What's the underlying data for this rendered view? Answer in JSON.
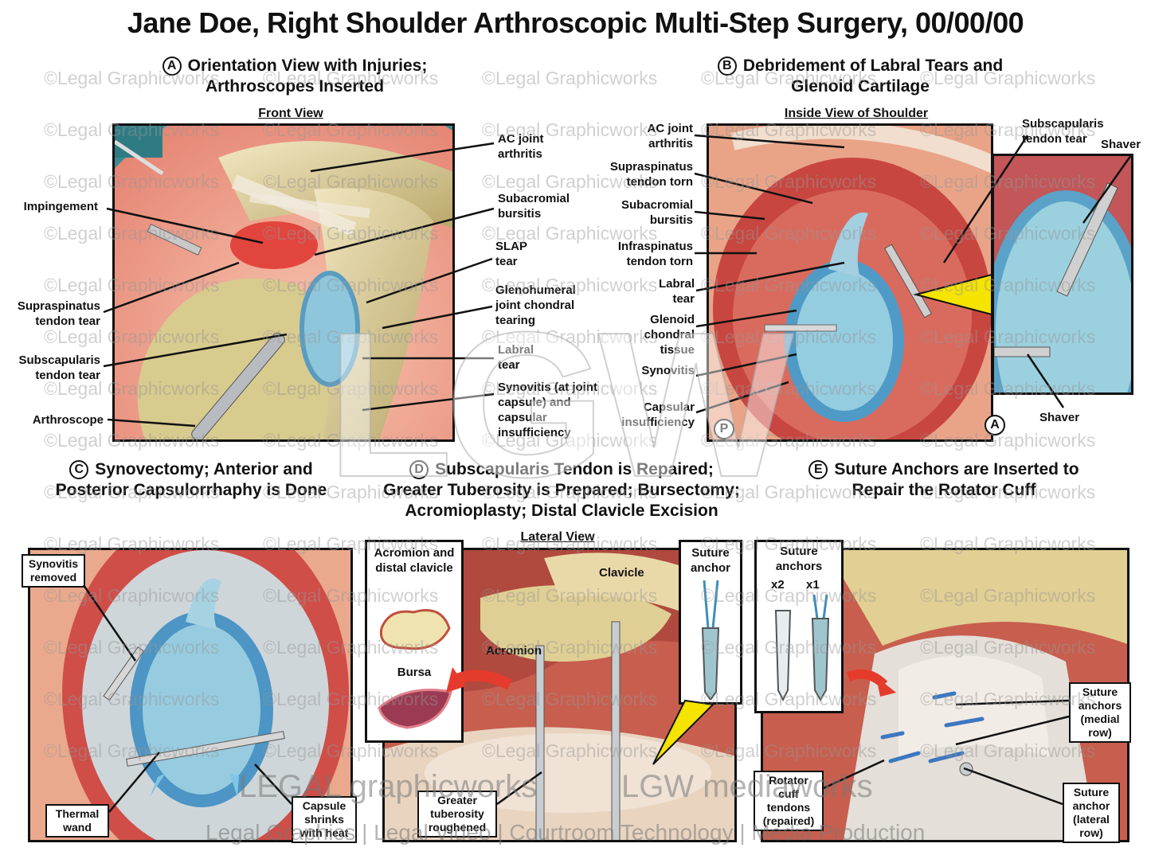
{
  "title": "Jane Doe, Right Shoulder Arthroscopic Multi-Step Surgery, 00/00/00",
  "sections": {
    "a": {
      "letter": "A",
      "line1": "Orientation View with Injuries;",
      "line2": "Arthroscopes Inserted",
      "view": "Front View"
    },
    "b": {
      "letter": "B",
      "line1": "Debridement of Labral Tears and",
      "line2": "Glenoid Cartilage",
      "view": "Inside View of Shoulder"
    },
    "c": {
      "letter": "C",
      "line1": "Synovectomy; Anterior and",
      "line2": "Posterior Capsulorrhaphy is Done"
    },
    "d": {
      "letter": "D",
      "line1": "Subscapularis Tendon is Repaired;",
      "line2": "Greater Tuberosity is Prepared; Bursectomy;",
      "line3": "Acromioplasty; Distal Clavicle Excision",
      "view": "Lateral View"
    },
    "e": {
      "letter": "E",
      "line1": "Suture Anchors are Inserted to",
      "line2": "Repair the Rotator Cuff"
    }
  },
  "labels_a": {
    "ac_joint": "AC joint arthritis",
    "impingement": "Impingement",
    "subacromial": "Subacromial bursitis",
    "slap": "SLAP tear",
    "supraspinatus": "Supraspinatus tendon tear",
    "glenohumeral": "Glenohumeral joint chondral tearing",
    "subscapularis": "Subscapularis tendon tear",
    "labral": "Labral tear",
    "synovitis": "Synovitis (at joint capsule) and capsular insufficiency",
    "arthroscope": "Arthroscope"
  },
  "labels_b": {
    "ac_joint": "AC joint arthritis",
    "supraspinatus": "Supraspinatus tendon torn",
    "subacromial": "Subacromial bursitis",
    "infraspinatus": "Infraspinatus tendon torn",
    "labral": "Labral tear",
    "glenoid": "Glenoid chondral tissue",
    "synovitis": "Synovitis",
    "capsular": "Capsular insufficiency",
    "subscapularis": "Subscapularis tendon tear",
    "shaver_top": "Shaver",
    "shaver_bottom": "Shaver",
    "marker_p": "P",
    "marker_a": "A"
  },
  "labels_c": {
    "synovitis_removed": "Synovitis removed",
    "thermal_wand": "Thermal wand",
    "capsule_shrinks": "Capsule shrinks with heat"
  },
  "labels_d": {
    "acromion_clavicle": "Acromion and distal clavicle",
    "bursa": "Bursa",
    "clavicle": "Clavicle",
    "acromion": "Acromion",
    "suture_anchor": "Suture anchor",
    "greater_tuberosity": "Greater tuberosity roughened"
  },
  "labels_e": {
    "suture_anchors": "Suture anchors",
    "x2": "x2",
    "x1": "x1",
    "medial": "Suture anchors (medial row)",
    "rotator_cuff": "Rotator cuff tendons (repaired)",
    "lateral": "Suture anchor (lateral row)"
  },
  "watermark": {
    "text": "©Legal Graphicworks",
    "center_mark": "LGW",
    "logo_left": "LEGAL graphicworks",
    "logo_right": "LGW mediaworks",
    "footer": "Legal Graphics | Legal Video | Courtroom Technology | Media Production"
  },
  "colors": {
    "tissue_red": "#d9534f",
    "tissue_pink": "#f0a89a",
    "cartilage_blue": "#7fb7d9",
    "bone": "#e8dcb0",
    "indicator_yellow": "#f5e300",
    "arrow_red": "#e53b2c"
  }
}
